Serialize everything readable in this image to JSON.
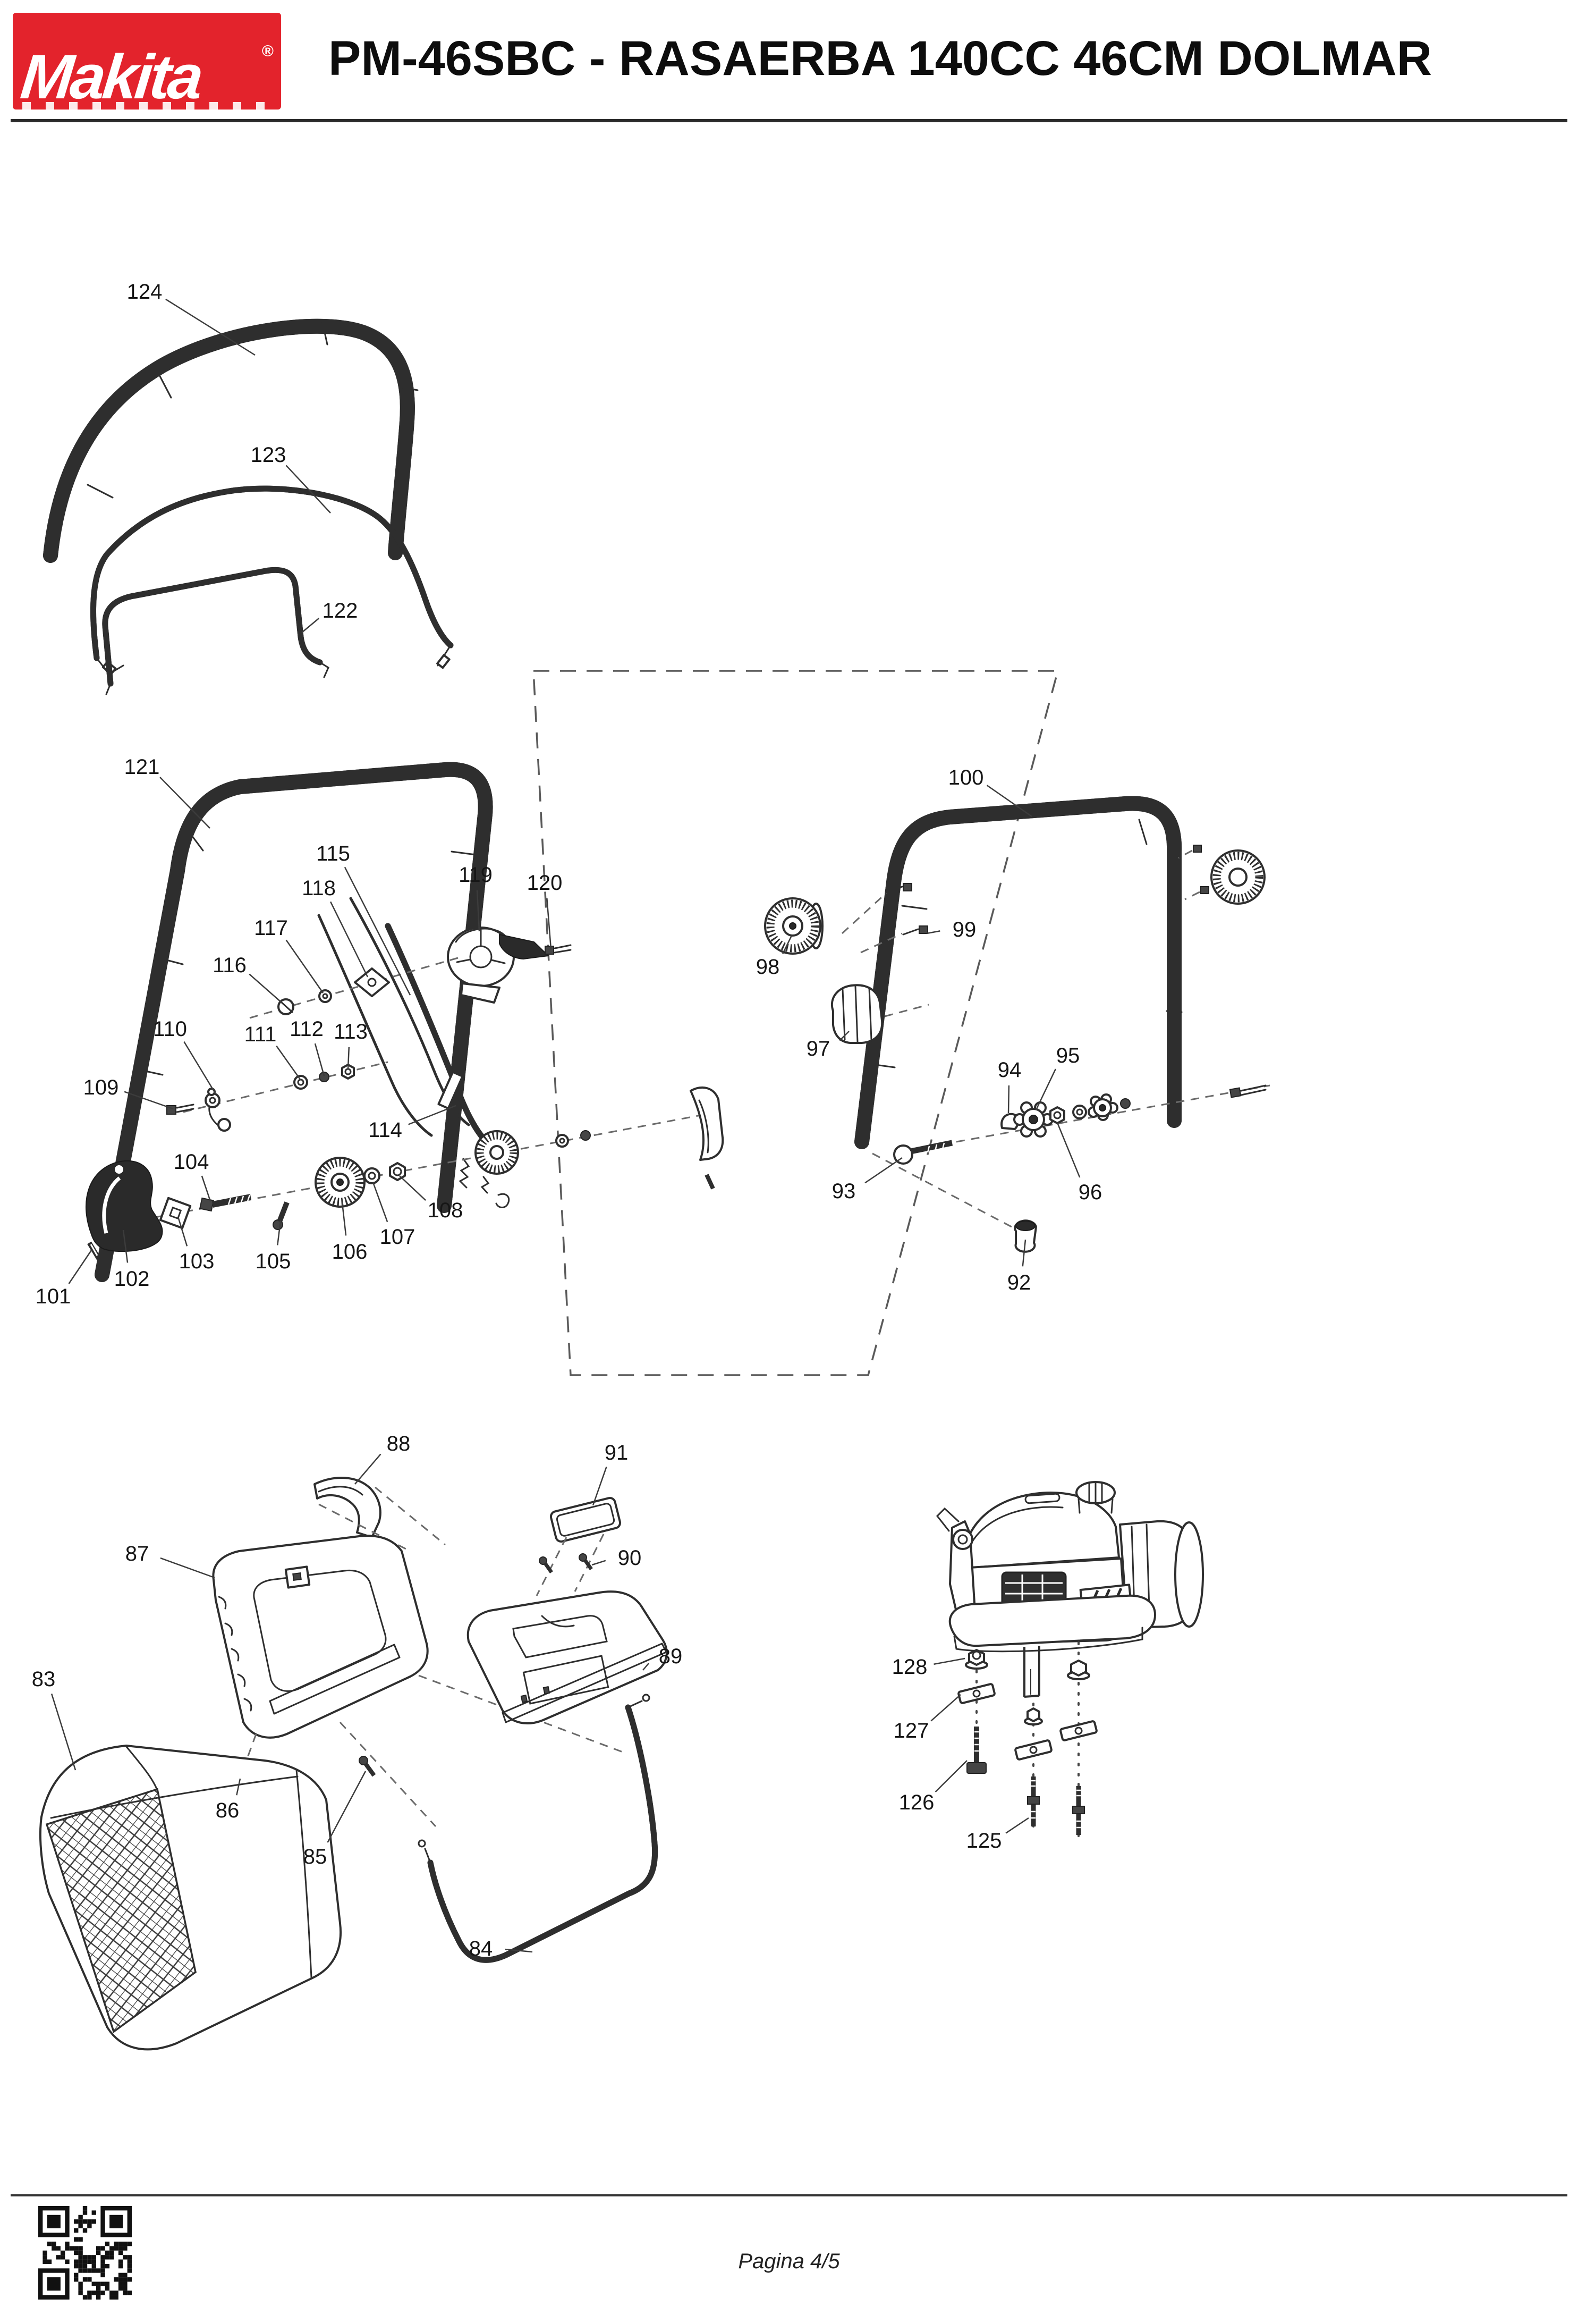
{
  "header": {
    "logo_text": "Makita",
    "registered_mark": "®",
    "title": "PM-46SBC - RASAERBA 140CC 46CM DOLMAR",
    "brand_color": "#e3232c"
  },
  "footer": {
    "page_label": "Pagina 4/5"
  },
  "diagram": {
    "parts": [
      {
        "id": "124",
        "label": [
          272,
          548
        ],
        "target": [
          480,
          668
        ]
      },
      {
        "id": "123",
        "label": [
          505,
          855
        ],
        "target": [
          622,
          965
        ]
      },
      {
        "id": "122",
        "label": [
          640,
          1148
        ],
        "target": [
          568,
          1190
        ]
      },
      {
        "id": "121",
        "label": [
          267,
          1442
        ],
        "target": [
          395,
          1558
        ]
      },
      {
        "id": "115",
        "label": [
          627,
          1605
        ],
        "target": [
          772,
          1872
        ]
      },
      {
        "id": "118",
        "label": [
          600,
          1670
        ],
        "target": [
          692,
          1838
        ]
      },
      {
        "id": "119",
        "label": [
          895,
          1645
        ],
        "target": [
          902,
          1752
        ]
      },
      {
        "id": "120",
        "label": [
          1025,
          1660
        ],
        "target": [
          1037,
          1786
        ]
      },
      {
        "id": "117",
        "label": [
          510,
          1745
        ],
        "target": [
          608,
          1868
        ]
      },
      {
        "id": "116",
        "label": [
          432,
          1815
        ],
        "target": [
          530,
          1886
        ]
      },
      {
        "id": "110",
        "label": [
          320,
          1935
        ],
        "target": [
          406,
          2058
        ]
      },
      {
        "id": "111",
        "label": [
          490,
          1945
        ],
        "target": [
          566,
          2032
        ]
      },
      {
        "id": "112",
        "label": [
          577,
          1935
        ],
        "target": [
          610,
          2024
        ]
      },
      {
        "id": "113",
        "label": [
          660,
          1940
        ],
        "target": [
          655,
          2012
        ]
      },
      {
        "id": "109",
        "label": [
          190,
          2045
        ],
        "target": [
          326,
          2086
        ]
      },
      {
        "id": "114",
        "label": [
          725,
          2125
        ],
        "target": [
          858,
          2080
        ]
      },
      {
        "id": "104",
        "label": [
          360,
          2185
        ],
        "target": [
          396,
          2260
        ]
      },
      {
        "id": "103",
        "label": [
          370,
          2372
        ],
        "target": [
          336,
          2292
        ]
      },
      {
        "id": "105",
        "label": [
          514,
          2372
        ],
        "target": [
          528,
          2296
        ]
      },
      {
        "id": "106",
        "label": [
          658,
          2354
        ],
        "target": [
          644,
          2262
        ]
      },
      {
        "id": "107",
        "label": [
          748,
          2326
        ],
        "target": [
          702,
          2224
        ]
      },
      {
        "id": "108",
        "label": [
          838,
          2276
        ],
        "target": [
          752,
          2212
        ]
      },
      {
        "id": "102",
        "label": [
          248,
          2405
        ],
        "target": [
          232,
          2314
        ]
      },
      {
        "id": "101",
        "label": [
          100,
          2438
        ],
        "target": [
          172,
          2352
        ]
      },
      {
        "id": "100",
        "label": [
          1818,
          1462
        ],
        "target": [
          1942,
          1536
        ]
      },
      {
        "id": "98",
        "label": [
          1445,
          1818
        ],
        "target": [
          1490,
          1760
        ]
      },
      {
        "id": "99",
        "label": [
          1815,
          1748
        ],
        "target": [
          1744,
          1756
        ]
      },
      {
        "id": "97",
        "label": [
          1540,
          1972
        ],
        "target": [
          1598,
          1940
        ]
      },
      {
        "id": "94",
        "label": [
          1900,
          2012
        ],
        "target": [
          1898,
          2094
        ]
      },
      {
        "id": "95",
        "label": [
          2010,
          1985
        ],
        "target": [
          1950,
          2088
        ]
      },
      {
        "id": "96",
        "label": [
          2052,
          2242
        ],
        "target": [
          1990,
          2112
        ]
      },
      {
        "id": "93",
        "label": [
          1588,
          2240
        ],
        "target": [
          1698,
          2178
        ]
      },
      {
        "id": "92",
        "label": [
          1918,
          2412
        ],
        "target": [
          1930,
          2332
        ]
      },
      {
        "id": "88",
        "label": [
          750,
          2715
        ],
        "target": [
          668,
          2792
        ]
      },
      {
        "id": "91",
        "label": [
          1160,
          2732
        ],
        "target": [
          1116,
          2832
        ]
      },
      {
        "id": "90",
        "label": [
          1185,
          2930
        ],
        "target": [
          1114,
          2944
        ]
      },
      {
        "id": "87",
        "label": [
          258,
          2922
        ],
        "target": [
          404,
          2968
        ]
      },
      {
        "id": "89",
        "label": [
          1262,
          3115
        ],
        "target": [
          1210,
          3142
        ]
      },
      {
        "id": "83",
        "label": [
          82,
          3158
        ],
        "target": [
          142,
          3330
        ]
      },
      {
        "id": "86",
        "label": [
          428,
          3405
        ],
        "target": [
          452,
          3346
        ]
      },
      {
        "id": "85",
        "label": [
          593,
          3492
        ],
        "target": [
          688,
          3332
        ]
      },
      {
        "id": "84",
        "label": [
          905,
          3665
        ],
        "target": [
          1002,
          3672
        ]
      },
      {
        "id": "128",
        "label": [
          1712,
          3135
        ],
        "target": [
          1816,
          3120
        ]
      },
      {
        "id": "127",
        "label": [
          1715,
          3255
        ],
        "target": [
          1808,
          3188
        ]
      },
      {
        "id": "126",
        "label": [
          1725,
          3390
        ],
        "target": [
          1820,
          3312
        ]
      },
      {
        "id": "125",
        "label": [
          1852,
          3462
        ],
        "target": [
          1936,
          3420
        ]
      }
    ]
  }
}
